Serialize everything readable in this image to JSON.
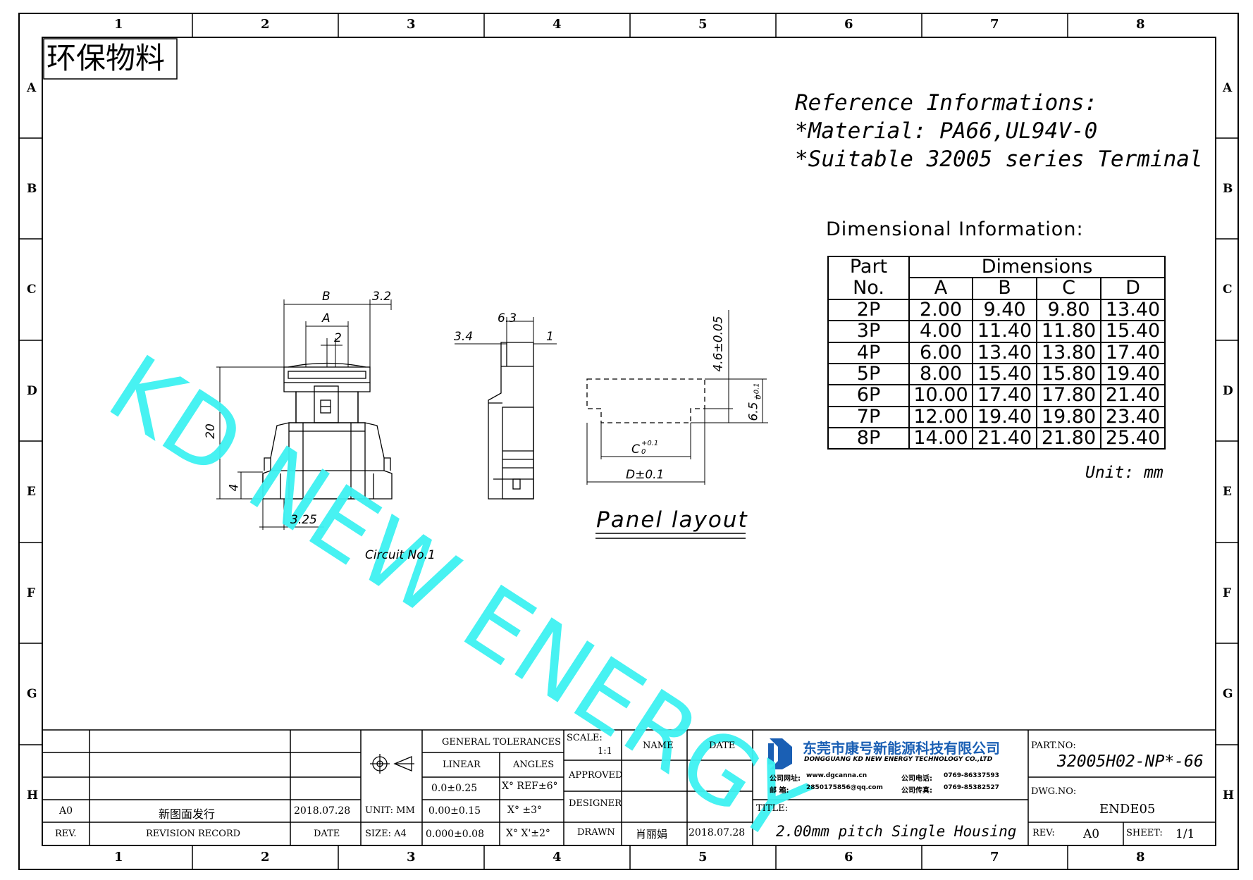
{
  "border": {
    "columns": [
      "1",
      "2",
      "3",
      "4",
      "5",
      "6",
      "7",
      "8"
    ],
    "rows": [
      "A",
      "B",
      "C",
      "D",
      "E",
      "F",
      "G",
      "H"
    ]
  },
  "eco_label": "环保物料",
  "watermark": "KD NEW ENERGY",
  "reference": {
    "title": "Reference Informations:",
    "material": "*Material: PA66,UL94V-0",
    "terminal": "*Suitable 32005 series Terminal"
  },
  "dimensional": {
    "title": "Dimensional Information:",
    "part_header_1": "Part",
    "part_header_2": "No.",
    "dims_header": "Dimensions",
    "columns": [
      "A",
      "B",
      "C",
      "D"
    ],
    "rows": [
      {
        "part": "2P",
        "a": "2.00",
        "b": "9.40",
        "c": "9.80",
        "d": "13.40"
      },
      {
        "part": "3P",
        "a": "4.00",
        "b": "11.40",
        "c": "11.80",
        "d": "15.40"
      },
      {
        "part": "4P",
        "a": "6.00",
        "b": "13.40",
        "c": "13.80",
        "d": "17.40"
      },
      {
        "part": "5P",
        "a": "8.00",
        "b": "15.40",
        "c": "15.80",
        "d": "19.40"
      },
      {
        "part": "6P",
        "a": "10.00",
        "b": "17.40",
        "c": "17.80",
        "d": "21.40"
      },
      {
        "part": "7P",
        "a": "12.00",
        "b": "19.40",
        "c": "19.80",
        "d": "23.40"
      },
      {
        "part": "8P",
        "a": "14.00",
        "b": "21.40",
        "c": "21.80",
        "d": "25.40"
      }
    ],
    "unit": "Unit: mm"
  },
  "drawing": {
    "front": {
      "b": "B",
      "a": "A",
      "w32": "3.2",
      "p2": "2",
      "h20": "20",
      "h4": "4",
      "w325": "3.25",
      "caption": "Circuit No.1"
    },
    "side": {
      "w63": "6.3",
      "w34": "3.4",
      "w1": "1"
    },
    "panel": {
      "h46": "4.6±0.05",
      "h65": "6.5",
      "h65tol": "+0.1",
      "h65tol2": "0",
      "c": "C",
      "ctol": "+0.1",
      "ctol2": "0",
      "d": "D±0.1",
      "caption": "Panel layout"
    }
  },
  "title_block": {
    "rev_code": "A0",
    "rev_record": "新图面发行",
    "rev_date": "2018.07.28",
    "hdr_rev": "REV.",
    "hdr_record": "REVISION RECORD",
    "hdr_date": "DATE",
    "unit": "UNIT: MM",
    "size": "SIZE: A4",
    "gen_tol": "GENERAL TOLERANCES",
    "linear": "LINEAR",
    "angles": "ANGLES",
    "lin1": "0.0±0.25",
    "lin2": "0.00±0.15",
    "lin3": "0.000±0.08",
    "ang1": "X° REF±6°",
    "ang2": "X° ±3°",
    "ang3": "X° X'±2°",
    "scale_label": "SCALE:",
    "scale_val": "1:1",
    "name": "NAME",
    "date": "DATE",
    "approved": "APPROVED",
    "designer": "DESIGNER",
    "drawn": "DRAWN",
    "drawn_name": "肖丽娟",
    "drawn_date": "2018.07.28",
    "company_cn": "东莞市康号新能源科技有限公司",
    "company_en": "DONGGUANG KD NEW ENERGY TECHNOLOGY CO.,LTD",
    "c_web_lbl": "公司网址:",
    "c_web": "www.dgcanna.cn",
    "c_tel_lbl": "公司电话:",
    "c_tel": "0769-86337593",
    "c_mail_lbl": "邮   箱:",
    "c_mail": "2850175856@qq.com",
    "c_fax_lbl": "公司传真:",
    "c_fax": "0769-85382527",
    "title_lbl": "TITLE:",
    "title": "2.00mm pitch Single Housing",
    "part_no_lbl": "PART.NO:",
    "part_no": "32005H02-NP*-66",
    "dwg_lbl": "DWG.NO:",
    "dwg_no": "ENDE05",
    "rev_lbl": "REV:",
    "rev_val": "A0",
    "sheet_lbl": "SHEET:",
    "sheet_val": "1/1"
  },
  "colors": {
    "watermark": "#3ef2f2",
    "ink": "#000000",
    "logo_blue": "#1a5fb4"
  }
}
